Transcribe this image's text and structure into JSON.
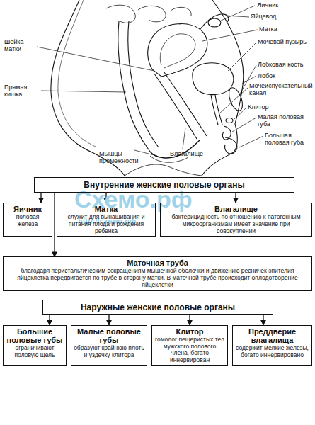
{
  "diagram": {
    "nodes": [
      {
        "text": [
          "Внутренние женские половые органы"
        ]
      },
      {
        "text": [
          "Яичник",
          "половая железа"
        ]
      },
      {
        "text": [
          "Матка",
          "служит для вынашивания и питания плода и рождения ребенка"
        ]
      },
      {
        "text": [
          "Влагалище",
          "бактерицидность по отношению к патогенным микроорганизмам имеет значение при совокуплении"
        ]
      },
      {
        "text": [
          "Маточная труба",
          "благодаря перистальтическим сокращениям мышечной оболочки и движению ресничек эпителия яйцеклетка передвигается по трубе в сторону матки. В маточной трубе происходит оплодотворение яйцеклетки"
        ]
      },
      {
        "text": [
          "Наружные женские половые органы"
        ]
      },
      {
        "text": [
          "Большие половые губы",
          "ограничивают половую щель"
        ]
      },
      {
        "text": [
          "Малые половые губы",
          "образуют крайнюю плоть и уздечку клитора"
        ]
      },
      {
        "text": [
          "Клитор",
          "гомолог пещеристых тел мужского полового члена, богато иннервирован"
        ]
      },
      {
        "text": [
          "Преддверие влагалища",
          "содержит мелкие железы, богато иннервировано"
        ]
      }
    ],
    "edges": [
      {
        "from": 0,
        "to": 1,
        "arrow": "to"
      },
      {
        "from": 0,
        "to": 2,
        "arrow": "to"
      },
      {
        "from": 0,
        "to": 3,
        "arrow": "to"
      },
      {
        "from": 0,
        "to": 4,
        "arrow": "to"
      },
      {
        "from": 5,
        "to": 6,
        "arrow": "to"
      },
      {
        "from": 5,
        "to": 7,
        "arrow": "to"
      },
      {
        "from": 5,
        "to": 8,
        "arrow": "to"
      },
      {
        "from": 5,
        "to": 9,
        "arrow": "to"
      }
    ],
    "labels": [
      "Яичник",
      "Яйцевод",
      "Матка",
      "Мочевой пузырь",
      "Лобковая кость",
      "Лобок",
      "Мочеиспускательный канал",
      "Клитор",
      "Малая половая губа",
      "Большая половая губа",
      "Шейка матки",
      "Прямая кишка",
      "Мышцы промежности",
      "Влагалище",
      "Схемо.рф",
      "http://схемо.рф"
    ]
  }
}
